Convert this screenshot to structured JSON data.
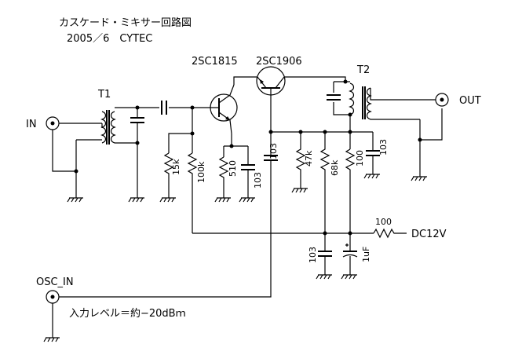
{
  "title": "カスケード・ミキサー回路図",
  "subtitle": "2005／6　CYTEC",
  "transistors": {
    "q1": "2SC1815",
    "q2": "2SC1906"
  },
  "transformers": {
    "t1": "T1",
    "t2": "T2"
  },
  "ports": {
    "in": "IN",
    "out": "OUT",
    "osc_in": "OSC_IN",
    "dc": "DC12V"
  },
  "resistors": {
    "r1": "15k",
    "r2": "100k",
    "r3": "510",
    "r4": "47k",
    "r5": "68k",
    "r6": "100",
    "r7": "100"
  },
  "capacitors": {
    "c1": "103",
    "c2": "103",
    "c3": "103",
    "c4": "103",
    "c5": "1uF"
  },
  "note": "入力レベル＝約−20dBｍ"
}
